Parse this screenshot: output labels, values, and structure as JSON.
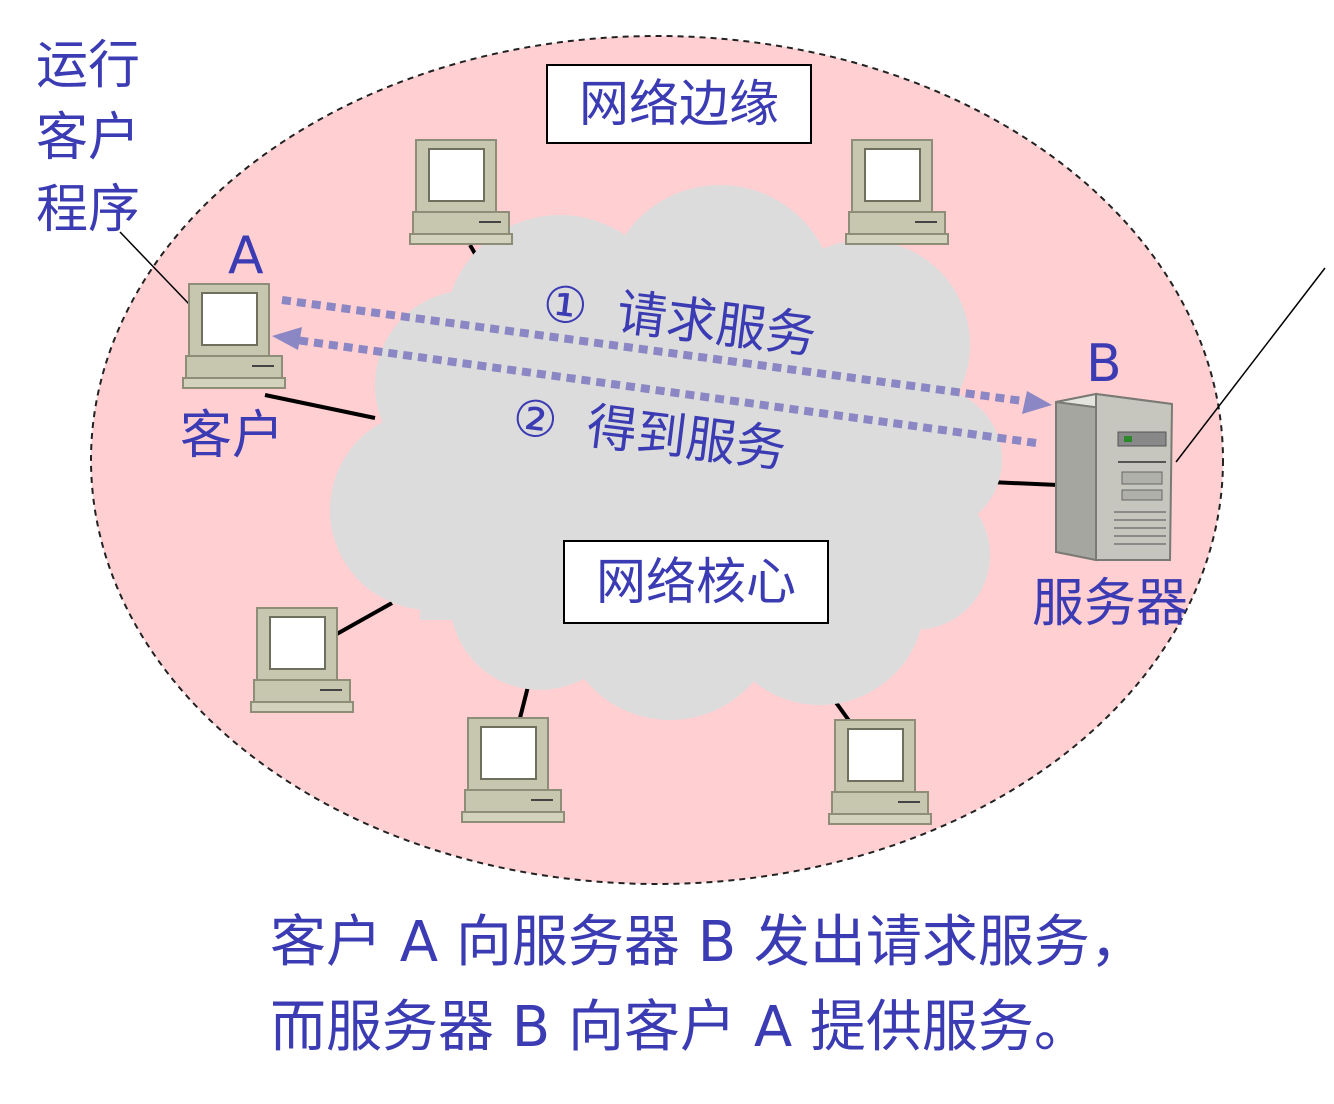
{
  "labels": {
    "client_program": [
      "运行",
      "客户",
      "程序"
    ],
    "client_letter": "A",
    "client_name": "客户",
    "server_letter": "B",
    "server_name": "服务器",
    "network_edge": "网络边缘",
    "network_core": "网络核心",
    "request_num": "①",
    "request_text": "请求服务",
    "response_num": "②",
    "response_text": "得到服务"
  },
  "caption": {
    "line1": "客户 A 向服务器 B 发出请求服务，",
    "line2": "而服务器 B 向客户 A 提供服务。"
  },
  "colors": {
    "text": "#3b3bb3",
    "edge_fill": "#ffcfd2",
    "cloud_fill": "#dcdcdc",
    "arrow": "#8b86c4",
    "computer_body": "#c7c7b0",
    "server_body": "#c6c6bf"
  }
}
